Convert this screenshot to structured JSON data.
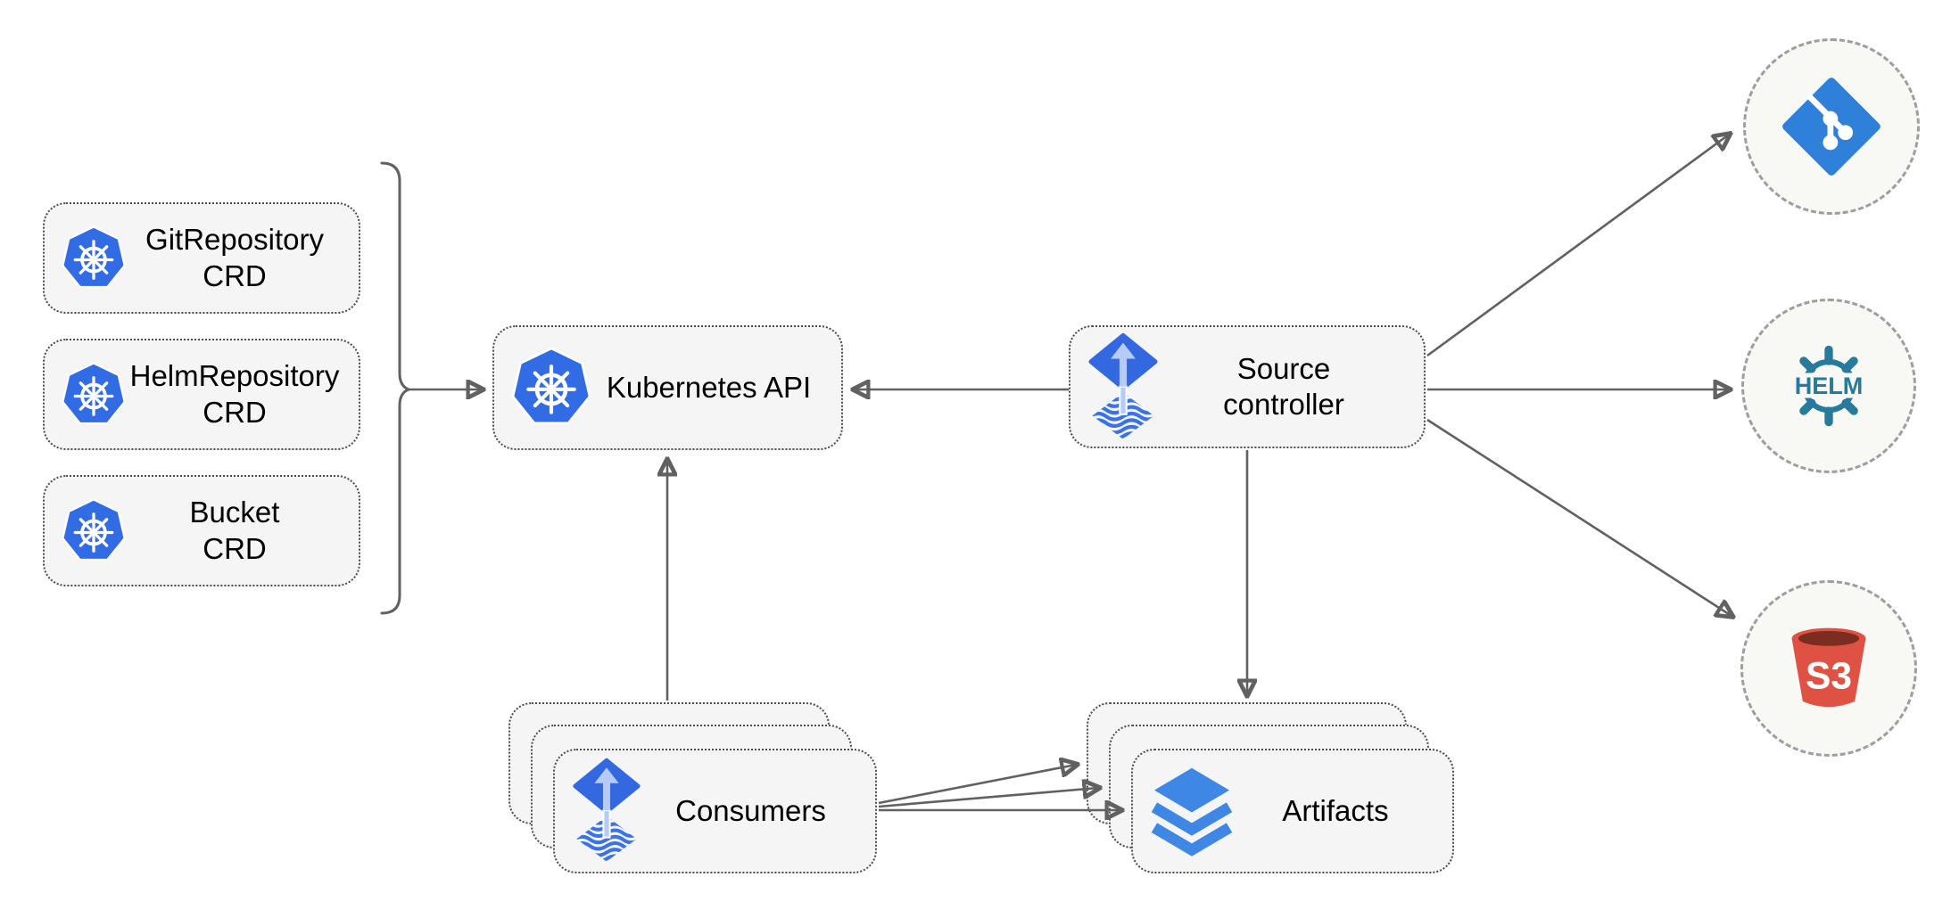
{
  "colors": {
    "kubernetes_blue": "#326ce5",
    "flux_blue": "#3368e1",
    "flux_arrow_light": "#b6cbf7",
    "layers_blue": "#3f87e5",
    "git_blue": "#2f80d9",
    "helm_teal": "#277a9c",
    "s3_red": "#df5142",
    "s3_dark_red": "#7b2d21",
    "connector_gray": "#616161",
    "box_fill": "#f5f5f5",
    "box_border": "#4c4c4c",
    "circle_fill": "#f8f8f4",
    "circle_border": "#9e9e9e"
  },
  "icons": {
    "kubernetes": "kubernetes-wheel-heptagon",
    "flux": "flux-diamond-up-arrow-waves",
    "layers": "stacked-blue-layers",
    "git": "git-branch-diamond",
    "helm": "helm-ship-wheel",
    "s3": "s3-red-bucket"
  },
  "crd_boxes": [
    {
      "line1": "GitRepository",
      "line2": "CRD"
    },
    {
      "line1": "HelmRepository",
      "line2": "CRD"
    },
    {
      "line1": "Bucket",
      "line2": "CRD"
    }
  ],
  "kubernetes_api": {
    "label": "Kubernetes API"
  },
  "source_controller": {
    "line1": "Source",
    "line2": "controller"
  },
  "consumers": {
    "label": "Consumers"
  },
  "artifacts": {
    "label": "Artifacts"
  },
  "external_sources": {
    "git": {
      "name": "git"
    },
    "helm": {
      "name": "helm",
      "label": "HELM"
    },
    "s3": {
      "name": "s3",
      "label": "S3"
    }
  }
}
